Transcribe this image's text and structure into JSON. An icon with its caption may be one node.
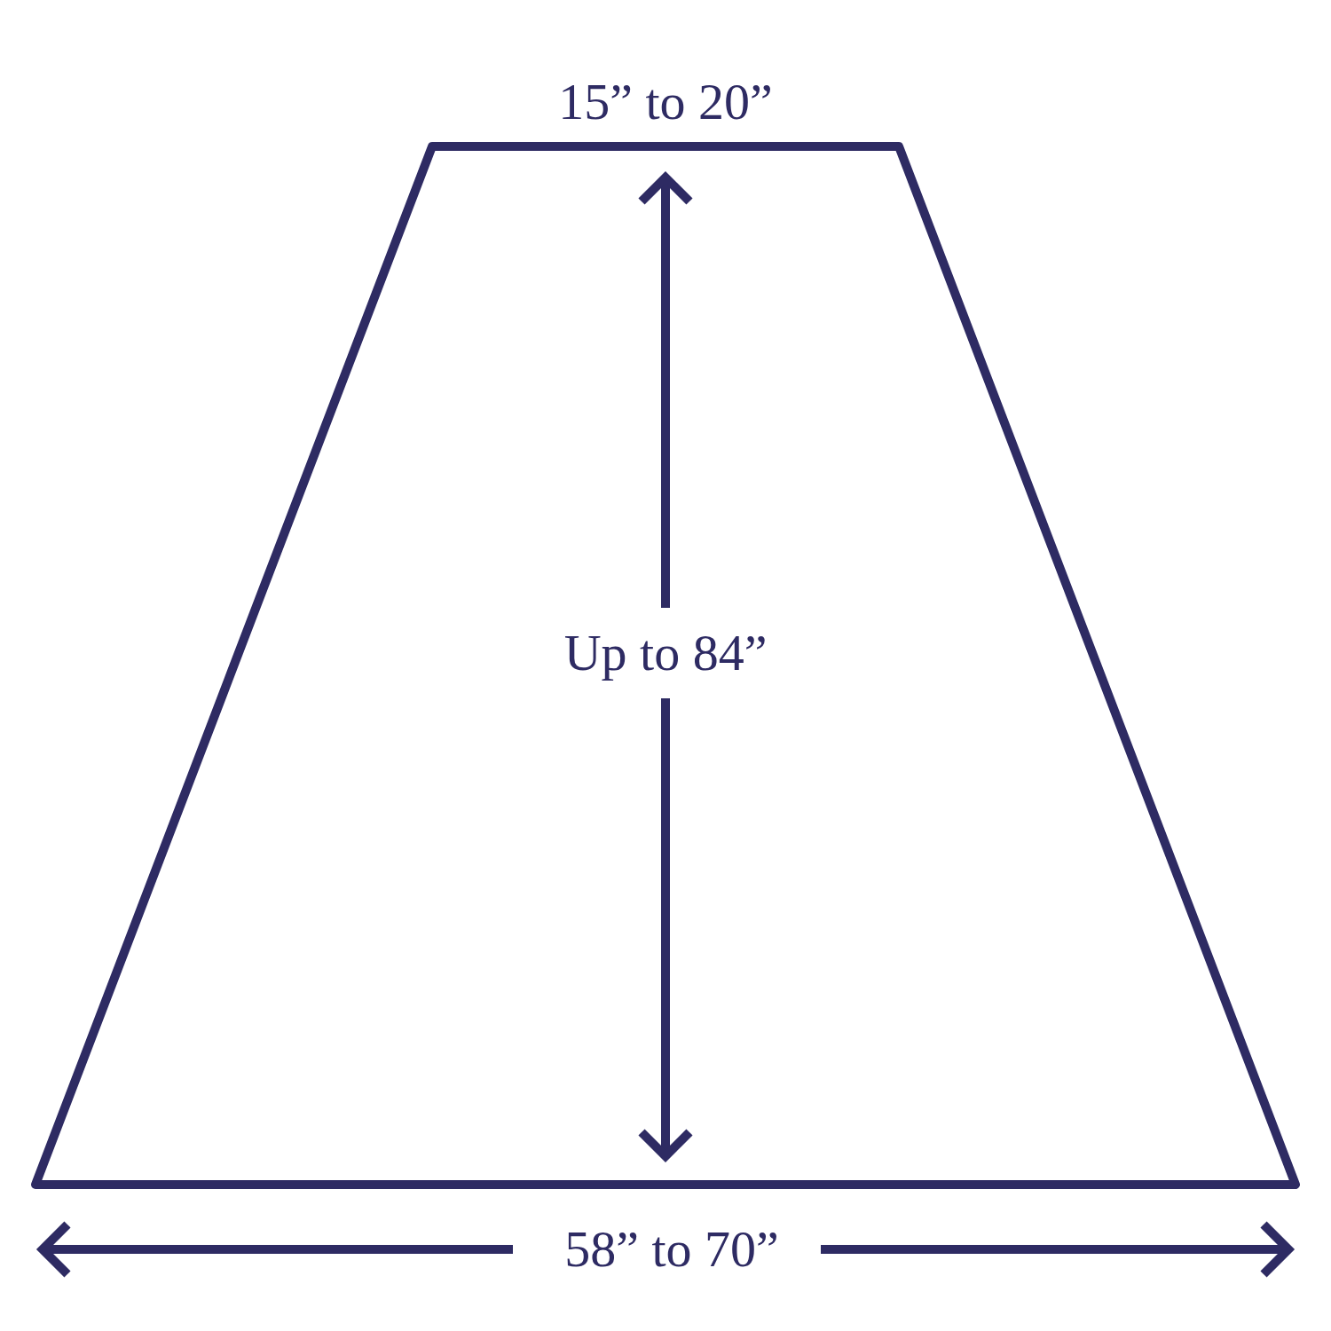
{
  "diagram": {
    "labels": [
      "15” to 20”",
      "Up to 84”",
      "58” to 70”"
    ]
  }
}
